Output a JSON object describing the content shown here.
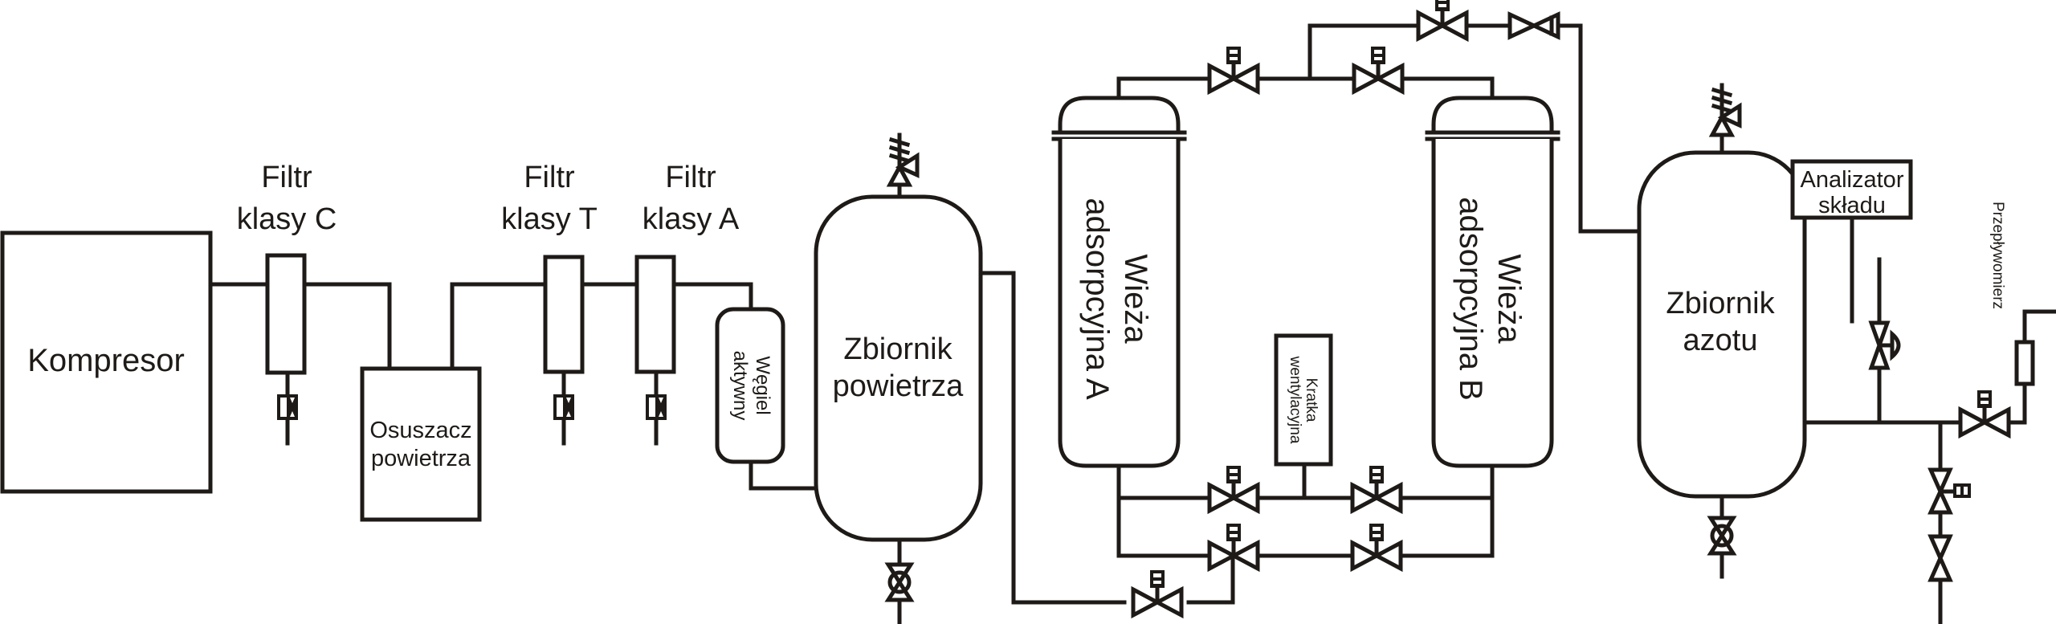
{
  "diagram": {
    "title": "Schemat generatora azotu PSA",
    "colors": {
      "line": "#1e1a17",
      "background": "#ffffff"
    },
    "components": {
      "compressor": {
        "label": "Kompresor"
      },
      "filter_c": {
        "label_line1": "Filtr",
        "label_line2": "klasy C"
      },
      "dryer": {
        "label_line1": "Osuszacz",
        "label_line2": "powietrza"
      },
      "filter_t": {
        "label_line1": "Filtr",
        "label_line2": "klasy T"
      },
      "filter_a": {
        "label_line1": "Filtr",
        "label_line2": "klasy A"
      },
      "carbon": {
        "label_line1": "Węgiel",
        "label_line2": "aktywny"
      },
      "air_tank": {
        "label_line1": "Zbiornik",
        "label_line2": "powietrza"
      },
      "tower_a": {
        "label_line1": "Wieża",
        "label_line2": "adsorpcyjna A"
      },
      "tower_b": {
        "label_line1": "Wieża",
        "label_line2": "adsorpcyjna B"
      },
      "vent": {
        "label_line1": "Kratka",
        "label_line2": "wentylacyjna"
      },
      "nitrogen_tank": {
        "label_line1": "Zbiornik",
        "label_line2": "azotu"
      },
      "analyzer": {
        "label_line1": "Analizator",
        "label_line2": "składu"
      },
      "flowmeter": {
        "label": "Przepływomierz"
      }
    },
    "symbols": {
      "solenoid_valve": "solenoid-valve-icon",
      "check_valve": "check-valve-icon",
      "safety_valve": "safety-valve-icon",
      "ball_valve": "ball-valve-icon",
      "drain_valve": "condensate-drain-icon",
      "pressure_regulator": "pressure-regulator-icon"
    }
  }
}
